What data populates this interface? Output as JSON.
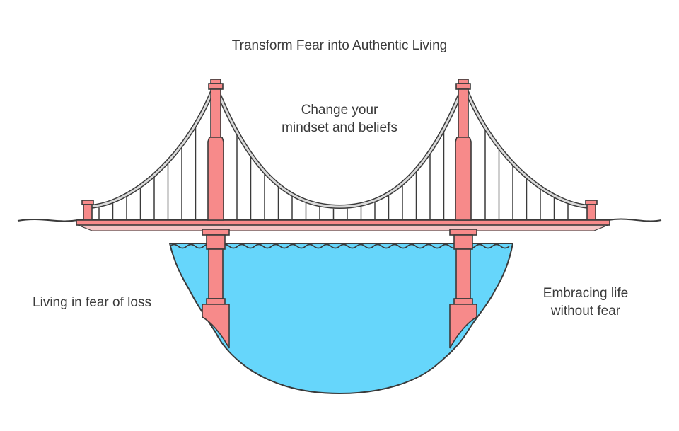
{
  "title": "Transform Fear into Authentic Living",
  "center_label": {
    "line1": "Change your",
    "line2": "mindset and beliefs"
  },
  "left_label": "Living in fear of loss",
  "right_label": {
    "line1": "Embracing life",
    "line2": "without fear"
  },
  "colors": {
    "tower": "#f78a8a",
    "water": "#66d6fb",
    "cable": "#d9d9d9",
    "outline": "#3a3a3a"
  }
}
